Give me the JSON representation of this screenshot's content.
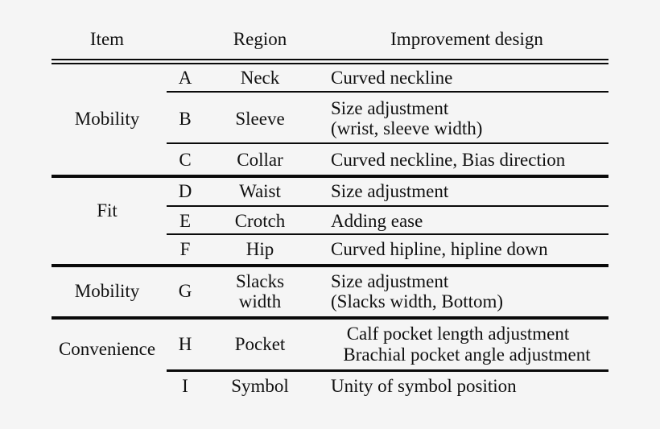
{
  "table": {
    "headers": {
      "item": "Item",
      "region": "Region",
      "design": "Improvement design"
    },
    "groups": [
      {
        "item": "Mobility",
        "rows": [
          {
            "code": "A",
            "region": "Neck",
            "design": [
              "Curved neckline"
            ]
          },
          {
            "code": "B",
            "region": "Sleeve",
            "design": [
              "Size adjustment",
              "(wrist,  sleeve width)"
            ]
          },
          {
            "code": "C",
            "region": "Collar",
            "design": [
              "Curved neckline, Bias direction"
            ]
          }
        ]
      },
      {
        "item": "Fit",
        "rows": [
          {
            "code": "D",
            "region": "Waist",
            "design": [
              "Size adjustment"
            ]
          },
          {
            "code": "E",
            "region": "Crotch",
            "design": [
              "Adding ease"
            ]
          },
          {
            "code": "F",
            "region": "Hip",
            "design": [
              "Curved hipline, hipline down"
            ]
          }
        ]
      },
      {
        "item": "Mobility",
        "rows": [
          {
            "code": "G",
            "region": [
              "Slacks",
              "width"
            ],
            "design": [
              "Size adjustment",
              "(Slacks width, Bottom)"
            ]
          }
        ]
      },
      {
        "item": "Convenience",
        "rows": [
          {
            "code": "H",
            "region": "Pocket",
            "design": [
              "Calf pocket length adjustment",
              "Brachial pocket angle adjustment"
            ]
          },
          {
            "code": "I",
            "region": "Symbol",
            "design": [
              "Unity of symbol position"
            ]
          }
        ]
      }
    ]
  }
}
